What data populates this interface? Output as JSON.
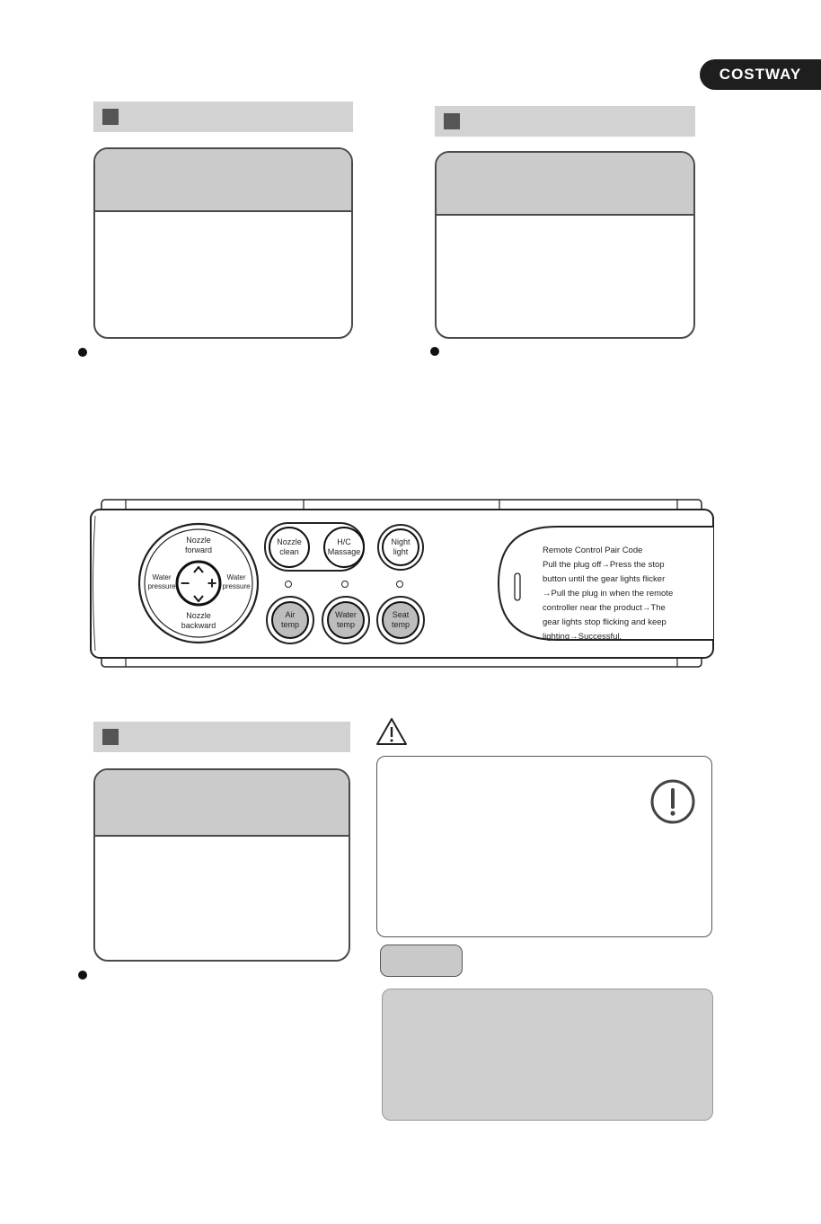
{
  "brand": {
    "name": "COSTWAY"
  },
  "remote": {
    "dial": {
      "top_label": "Nozzle\nforward",
      "bottom_label": "Nozzle\nbackward",
      "left_label": "Water\npressure",
      "right_label": "Water\npressure",
      "minus_symbol": "−",
      "plus_symbol": "+"
    },
    "buttons": {
      "nozzle_clean": "Nozzle\nclean",
      "hc_massage": "H/C\nMassage",
      "night_light": "Night\nlight",
      "air_temp": "Air\ntemp",
      "water_temp": "Water\ntemp",
      "seat_temp": "Seat\ntemp"
    },
    "pair_code": {
      "lines": [
        "Remote Control Pair Code",
        "Pull the plug off→Press the stop",
        "button until the gear lights flicker",
        "→Pull the plug in when the remote",
        "controller near the product→The",
        "gear lights stop flicking and keep",
        "lighting→Successful."
      ]
    }
  },
  "colors": {
    "section_bar": "#d2d2d2",
    "card_header": "#cbcbcb",
    "brand_bg": "#1e1e1e",
    "button_fill": "#bdbdbd"
  },
  "icons": [
    "warning-triangle-icon",
    "exclamation-circle-icon",
    "up-arrow-icon",
    "down-arrow-icon",
    "minus-icon",
    "plus-icon"
  ]
}
